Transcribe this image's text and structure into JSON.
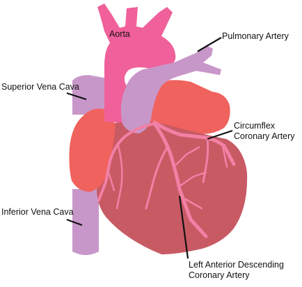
{
  "labels": {
    "aorta": "Aorta",
    "pulmonary_artery": "Pulmonary Artery",
    "superior_vena_cava": "Superior Vena Cava",
    "circumflex_line1": "Circumflex",
    "circumflex_line2": "Coronary Artery",
    "inferior_vena_cava": "Inferior Vena Cava",
    "lad_line1": "Left Anterior Descending",
    "lad_line2": "Coronary Artery"
  },
  "colors": {
    "ventricle": "#c85a64",
    "atrium": "#f0625d",
    "aorta": "#f0609a",
    "vessel_violet": "#c897c9",
    "coronary_artery": "#f280a6",
    "leader_line": "#111111"
  }
}
